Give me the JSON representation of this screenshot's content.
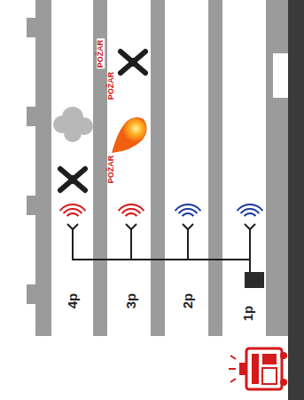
{
  "diagram": {
    "labels": [
      "4p",
      "3p",
      "2p",
      "1p",
      "POŽAR",
      "POŽAR",
      "POŽAR"
    ]
  }
}
